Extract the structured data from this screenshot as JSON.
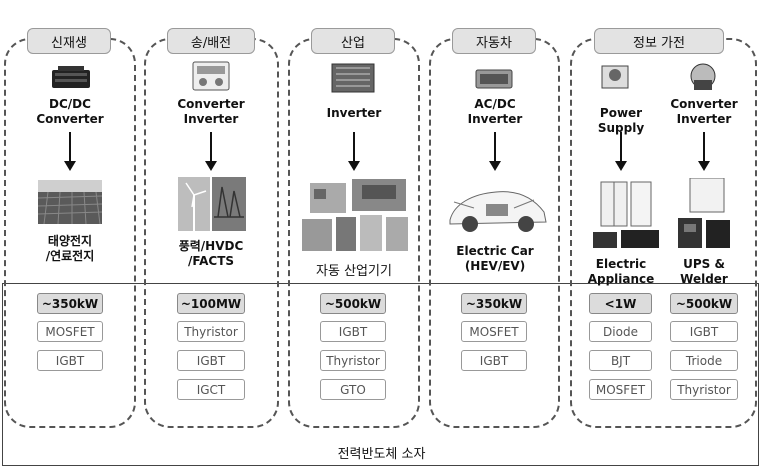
{
  "columns": [
    {
      "title": "신재생",
      "device": "DC/DC\nConverter",
      "application": "태양전지\n/연료전지",
      "rating": "~350kW",
      "components": [
        "MOSFET",
        "IGBT"
      ]
    },
    {
      "title": "송/배전",
      "device": "Converter\nInverter",
      "application": "풍력/HVDC\n/FACTS",
      "rating": "~100MW",
      "components": [
        "Thyristor",
        "IGBT",
        "IGCT"
      ]
    },
    {
      "title": "산업",
      "device": "Inverter",
      "application": "자동 산업기기",
      "rating": "~500kW",
      "components": [
        "IGBT",
        "Thyristor",
        "GTO"
      ]
    },
    {
      "title": "자동차",
      "device": "AC/DC\nInverter",
      "application": "Electric Car\n(HEV/EV)",
      "rating": "~350kW",
      "components": [
        "MOSFET",
        "IGBT"
      ]
    },
    {
      "title": "정보 가전",
      "sub": [
        {
          "device": "Power Supply",
          "application": "Electric\nAppliance",
          "rating": "<1W",
          "components": [
            "Diode",
            "BJT",
            "MOSFET"
          ]
        },
        {
          "device": "Converter\nInverter",
          "application": "UPS &\nWelder",
          "rating": "~500kW",
          "components": [
            "IGBT",
            "Triode",
            "Thyristor"
          ]
        }
      ]
    }
  ],
  "footer": "전력반도체 소자"
}
